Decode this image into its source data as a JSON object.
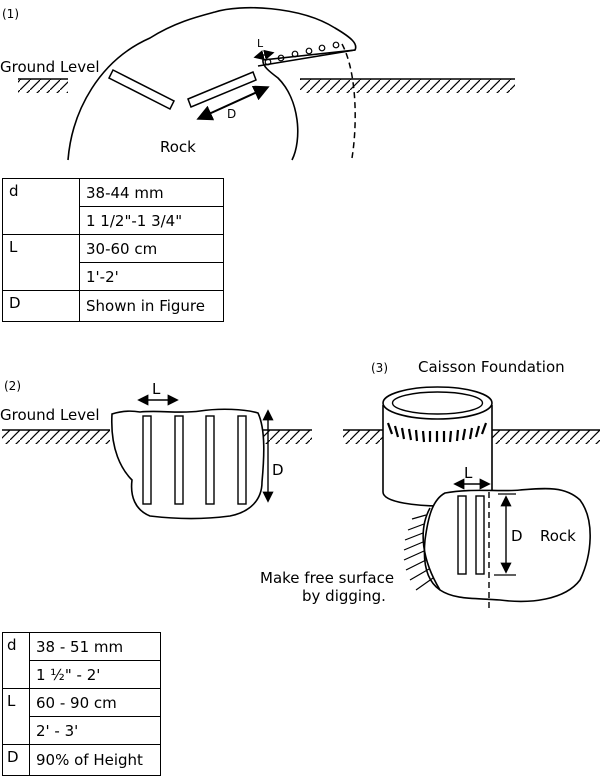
{
  "figure1": {
    "number": "(1)",
    "ground_label": "Ground Level",
    "rock_label": "Rock",
    "L_label": "L",
    "D_label": "D"
  },
  "table1": {
    "rows": [
      {
        "key": "d",
        "values": [
          "38-44 mm",
          "1 1/2\"-1 3/4\""
        ]
      },
      {
        "key": "L",
        "values": [
          "30-60 cm",
          "1'-2'"
        ]
      },
      {
        "key": "D",
        "values": [
          "Shown in Figure"
        ]
      }
    ]
  },
  "figure2": {
    "number": "(2)",
    "ground_label": "Ground Level",
    "L_label": "L",
    "D_label": "D"
  },
  "figure3": {
    "number": "(3)",
    "title": "Caisson Foundation",
    "rock_label": "Rock",
    "L_label": "L",
    "D_label": "D",
    "note_line1": "Make free surface",
    "note_line2": "by digging."
  },
  "table2": {
    "rows": [
      {
        "key": "d",
        "values": [
          "38 - 51 mm",
          "1 ½\" - 2'"
        ]
      },
      {
        "key": "L",
        "values": [
          "60 - 90 cm",
          "2' - 3'"
        ]
      },
      {
        "key": "D",
        "values": [
          "90% of Height"
        ]
      }
    ]
  }
}
